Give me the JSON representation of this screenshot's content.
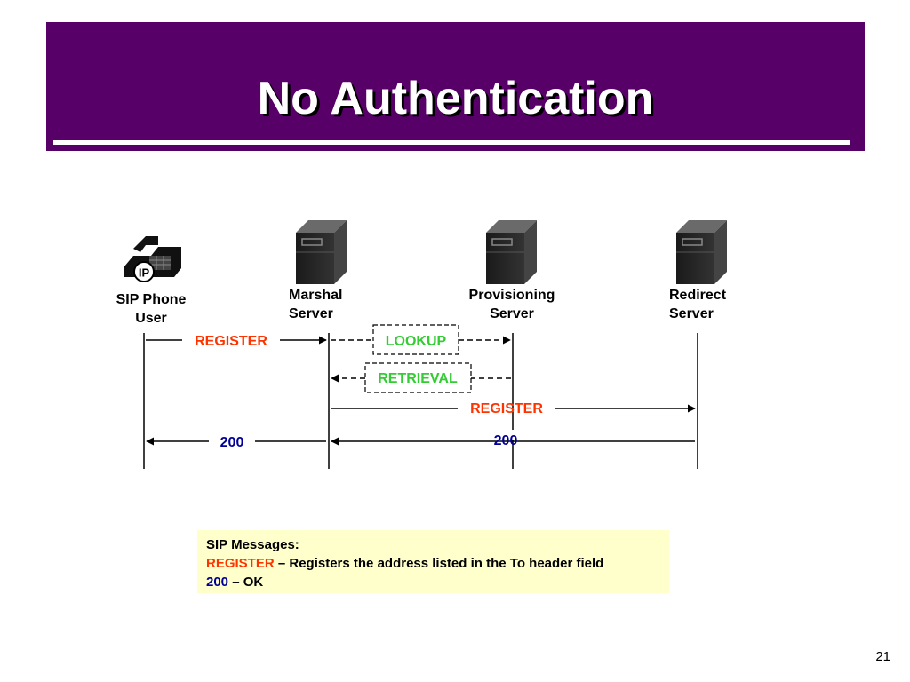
{
  "title": "No Authentication",
  "entities": [
    {
      "id": "sip-phone",
      "name_lines": [
        "SIP Phone",
        "User"
      ],
      "icon": "ip-phone-icon",
      "icon_text": "IP"
    },
    {
      "id": "marshal",
      "name_lines": [
        "Marshal",
        "Server"
      ],
      "icon": "server-icon"
    },
    {
      "id": "provisioning",
      "name_lines": [
        "Provisioning",
        "Server"
      ],
      "icon": "server-icon"
    },
    {
      "id": "redirect",
      "name_lines": [
        "Redirect",
        "Server"
      ],
      "icon": "server-icon"
    }
  ],
  "messages": [
    {
      "label": "REGISTER",
      "from": "sip-phone",
      "to": "marshal",
      "style": "solid",
      "color": "#ff3300"
    },
    {
      "label": "LOOKUP",
      "from": "marshal",
      "to": "provisioning",
      "style": "dashed",
      "color": "#33cc33"
    },
    {
      "label": "RETRIEVAL",
      "from": "provisioning",
      "to": "marshal",
      "style": "dashed",
      "color": "#33cc33"
    },
    {
      "label": "REGISTER",
      "from": "marshal",
      "to": "redirect",
      "style": "solid",
      "color": "#ff3300"
    },
    {
      "label": "200",
      "from": "marshal",
      "to": "sip-phone",
      "style": "solid",
      "color": "#000099"
    },
    {
      "label": "200",
      "from": "redirect",
      "to": "marshal",
      "style": "solid",
      "color": "#000099"
    }
  ],
  "legend": {
    "heading": "SIP Messages:",
    "register_term": "REGISTER",
    "register_desc": " – Registers the address listed in the To header field",
    "ok_term": "200",
    "ok_desc": " – OK"
  },
  "colors": {
    "title_bg": "#560068",
    "register": "#ff3300",
    "ok": "#000099",
    "lookup": "#33cc33",
    "legend_bg": "#ffffcc"
  },
  "page_number": "21"
}
